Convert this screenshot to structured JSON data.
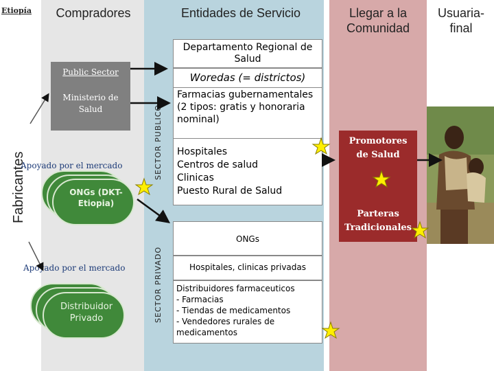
{
  "country_label": "Etiopía",
  "columns": {
    "buyers": "Compradores",
    "service": "Entidades de Servicio",
    "community": "Llegar a la Comunidad",
    "end_user": "Usuaria-final"
  },
  "manufacturers_label": "Fabricantes",
  "public_sector_label": "SECTOR  PUBLICO",
  "private_sector_label": "SECTOR  PRIVADO",
  "buyers_public": {
    "header": "Public Sector",
    "ministry": "Ministerio de Salud"
  },
  "market_support_label_1": "Apoyado por el mercado",
  "market_support_label_2": "Apoyado por el mercado",
  "ngo_stack_label": "ONGs (DKT-Etiopia)",
  "private_distributor_label": "Distribuidor Privado",
  "service_public": {
    "regional_dept": "Departamento Regional de Salud",
    "woredas": "Woredas (= districtos)",
    "pharmacies": "Farmacias gubernamentales (2 tipos: gratis y honoraria nominal)",
    "facilities": "Hospitales\nCentros de salud\nClinicas\nPuesto Rural de Salud"
  },
  "service_private": {
    "ngos": "ONGs",
    "private_hospitals": "Hospitales, clinicas privadas",
    "distributors": "Distribuidores farmaceuticos\n- Farmacias\n- Tiendas de medicamentos\n- Vendedores rurales de medicamentos"
  },
  "community": {
    "health_promoters": "Promotores de Salud",
    "midwives": "Parteras Tradicionales"
  },
  "colors": {
    "buyers_band": "#e6e6e6",
    "service_band": "#b9d4de",
    "community_band": "#d7a9a9",
    "gray_box": "#808080",
    "red_box": "#9b2b2b",
    "green_stack": "#40893a",
    "star": "#ffef00"
  },
  "icons": [
    "star-icon",
    "arrow-icon"
  ]
}
